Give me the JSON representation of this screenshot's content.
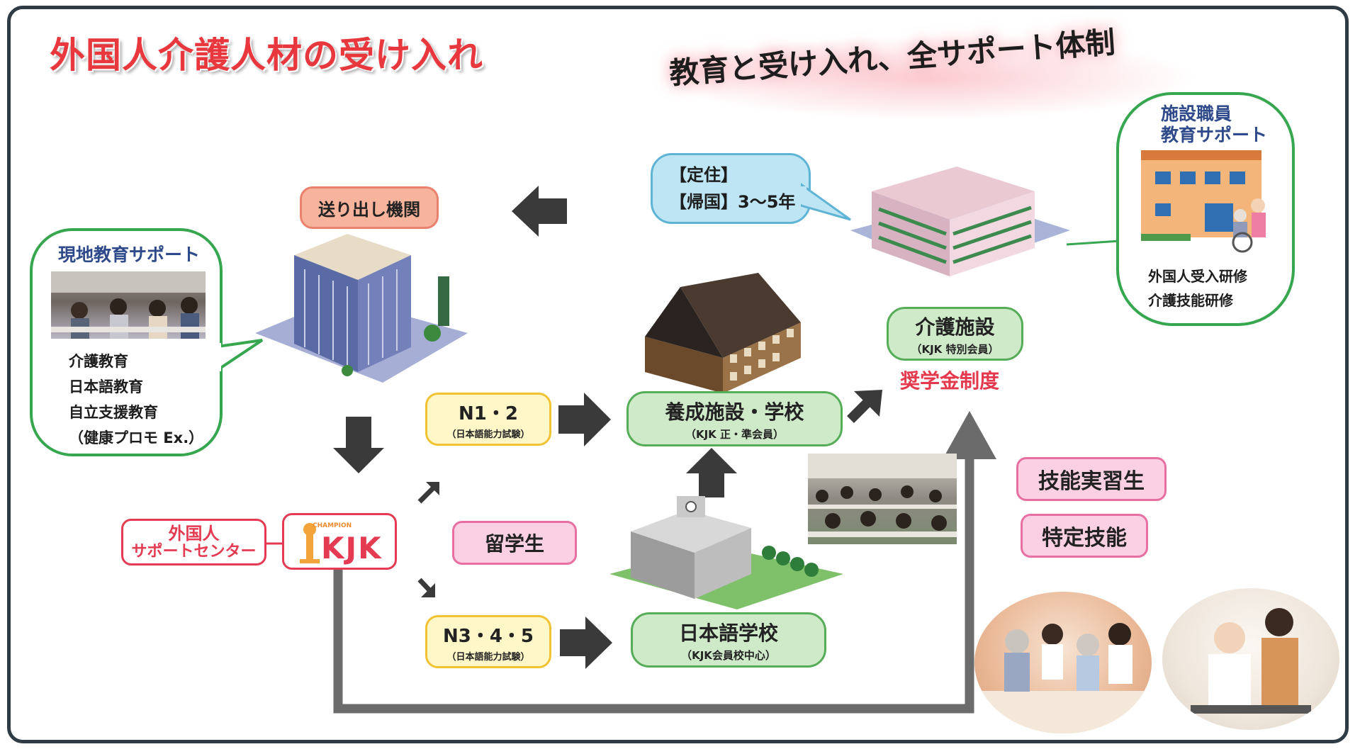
{
  "title": "外国人介護人材の受け入れ",
  "slogan": "教育と受け入れ、全サポート体制",
  "sending_agency": "送り出し機関",
  "local_support": {
    "heading": "現地教育サポート",
    "items": [
      "介護教育",
      "日本語教育",
      "自立支援教育",
      "（健康プロモ Ex.）"
    ]
  },
  "staff_support": {
    "heading_line1": "施設職員",
    "heading_line2": "教育サポート",
    "items": [
      "外国人受入研修",
      "介護技能研修"
    ]
  },
  "residence": {
    "line1": "【定住】",
    "line2": "【帰国】3～5年"
  },
  "care_facility": {
    "name": "介護施設",
    "sub": "（KJK 特別会員）"
  },
  "scholarship": "奨学金制度",
  "training_school": {
    "name": "養成施設・学校",
    "sub": "（KJK 正・準会員）"
  },
  "jp_school": {
    "name": "日本語学校",
    "sub": "（KJK会員校中心）"
  },
  "n12": {
    "name": "N1・2",
    "sub": "（日本語能力試験）"
  },
  "n345": {
    "name": "N3・4・5",
    "sub": "（日本語能力試験）"
  },
  "student": "留学生",
  "technical_intern": "技能実習生",
  "specified_skill": "特定技能",
  "support_center": {
    "line1": "外国人",
    "line2": "サポートセンター"
  },
  "kjk_logo": {
    "text": "KJK",
    "small": "CHAMPION"
  },
  "colors": {
    "title_red": "#e8383d",
    "arrow_dark": "#3a3a3a",
    "flow_gray": "#6b6b6b",
    "green_border": "#55ad57",
    "pink_border": "#e86fa1"
  }
}
